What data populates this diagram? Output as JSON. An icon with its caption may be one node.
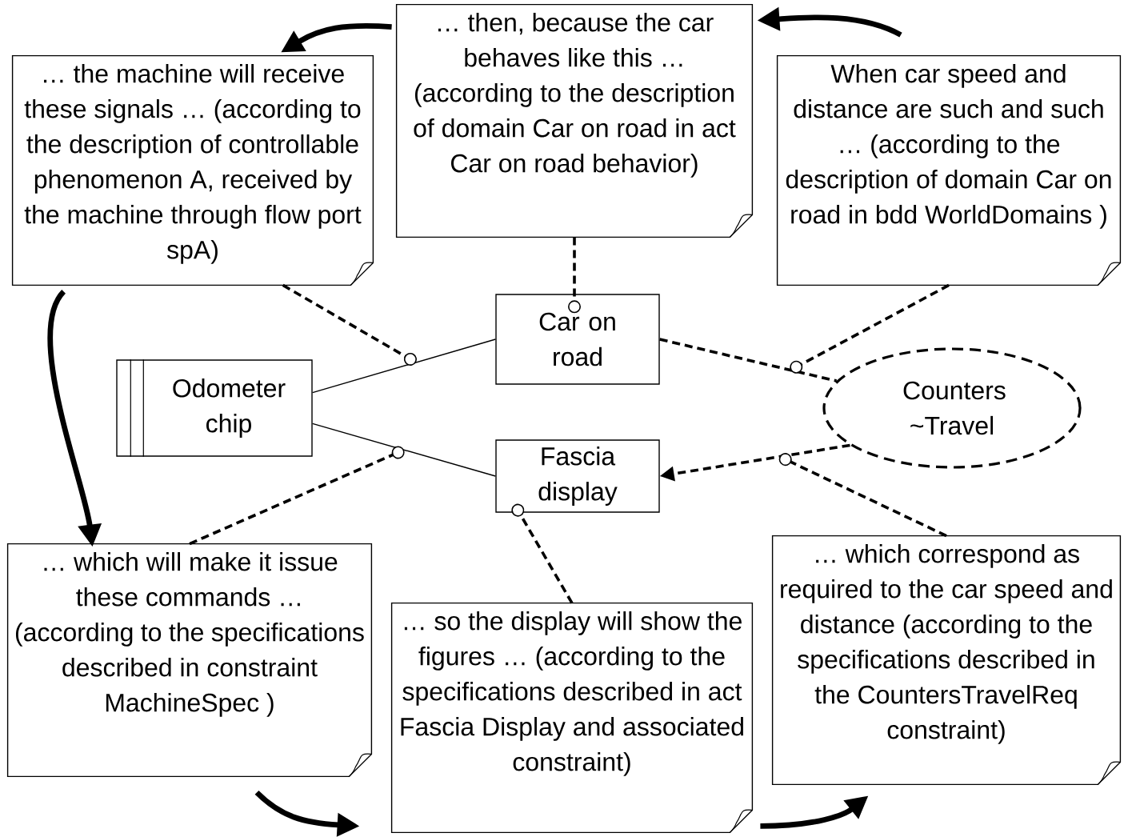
{
  "diagram": {
    "nodes": [
      {
        "text": [
          "… the machine will receive these signals … (according to the description of controllable phenomenon A, received by the machine through flow port spA)"
        ]
      },
      {
        "text": [
          "… then, because the car behaves like this … (according to the description of domain Car on road in act Car on road behavior)"
        ]
      },
      {
        "text": [
          "When car speed and distance are such and such … (according to the description of domain Car on road in bdd WorldDomains )"
        ]
      },
      {
        "text": [
          "Odometer chip"
        ]
      },
      {
        "text": [
          "Car on road"
        ]
      },
      {
        "text": [
          "Counters ~Travel"
        ]
      },
      {
        "text": [
          "Fascia display"
        ]
      },
      {
        "text": [
          "… which will make it issue these commands … (according to the specifications described in constraint MachineSpec )"
        ]
      },
      {
        "text": [
          "… so the display will show the figures … (according to the specifications described in act Fascia Display and associated constraint)"
        ]
      },
      {
        "text": [
          "… which correspond as required to the car speed and distance (according to the specifications described in the CountersTravelReq constraint)"
        ]
      }
    ],
    "edges": [
      {
        "from": 3,
        "to": 4,
        "arrow": "none"
      },
      {
        "from": 3,
        "to": 6,
        "arrow": "none"
      },
      {
        "from": 0,
        "to": null,
        "arrow": "other",
        "style": "dashed"
      },
      {
        "from": 7,
        "to": null,
        "arrow": "other",
        "style": "dashed"
      },
      {
        "from": 1,
        "to": 4,
        "arrow": "other",
        "style": "dashed"
      },
      {
        "from": 8,
        "to": 6,
        "arrow": "other",
        "style": "dashed"
      },
      {
        "from": 4,
        "to": 5,
        "arrow": "none",
        "style": "dashed"
      },
      {
        "from": 5,
        "to": 6,
        "arrow": "to",
        "style": "dashed"
      },
      {
        "from": 2,
        "to": null,
        "arrow": "other",
        "style": "dashed"
      },
      {
        "from": 9,
        "to": null,
        "arrow": "other",
        "style": "dashed"
      },
      {
        "from": 1,
        "to": 0,
        "arrow": "to",
        "style": "thick"
      },
      {
        "from": 2,
        "to": 1,
        "arrow": "to",
        "style": "thick"
      },
      {
        "from": 0,
        "to": 7,
        "arrow": "to",
        "style": "thick"
      },
      {
        "from": 7,
        "to": 8,
        "arrow": "to",
        "style": "thick"
      },
      {
        "from": 8,
        "to": 9,
        "arrow": "to",
        "style": "thick"
      }
    ]
  }
}
